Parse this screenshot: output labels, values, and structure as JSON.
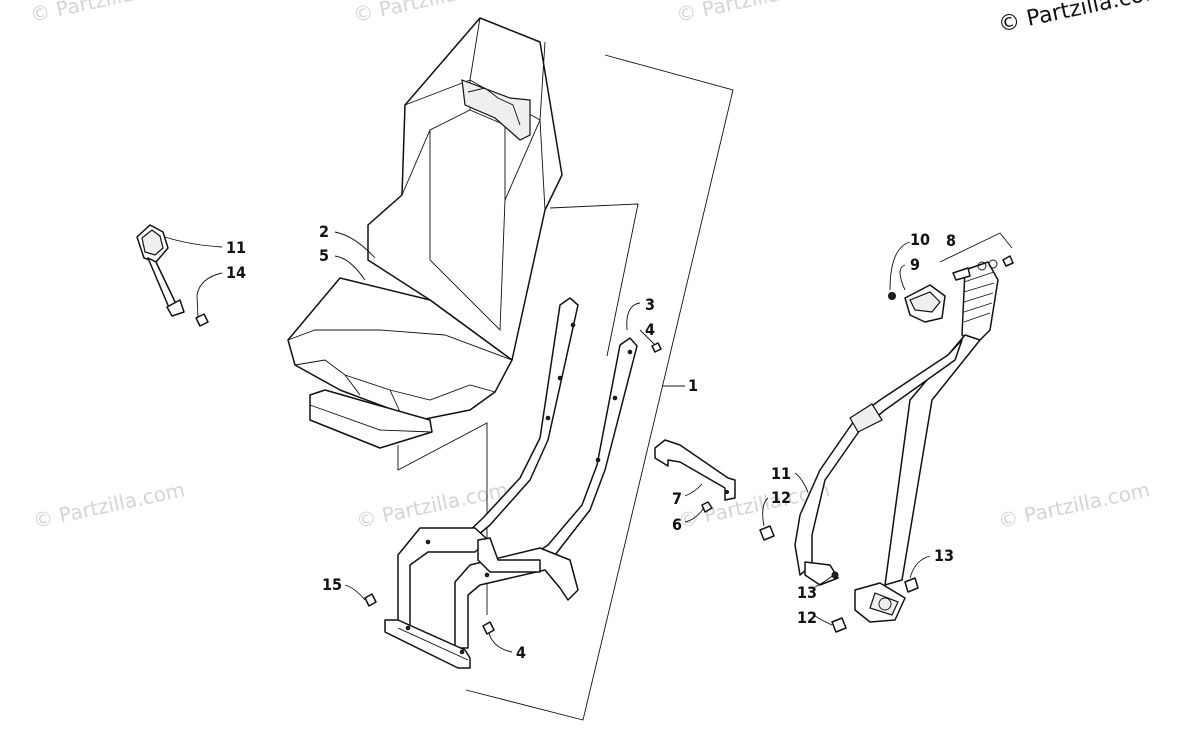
{
  "copyright": "© Partzilla.com",
  "watermarks": [
    "© Partzilla.com",
    "© Partzilla.com",
    "© Partzilla.com",
    "© Partzilla.com",
    "© Partzilla.com",
    "© Partzilla.com",
    "© Partzilla.com"
  ],
  "callouts": {
    "c1": "1",
    "c2": "2",
    "c3": "3",
    "c4a": "4",
    "c4b": "4",
    "c5": "5",
    "c6": "6",
    "c7": "7",
    "c8": "8",
    "c9": "9",
    "c10": "10",
    "c11a": "11",
    "c11b": "11",
    "c12a": "12",
    "c12b": "12",
    "c13a": "13",
    "c13b": "13",
    "c14": "14",
    "c15": "15"
  },
  "colors": {
    "line": "#111111",
    "watermark": "#d4d4d4",
    "background": "#ffffff"
  }
}
